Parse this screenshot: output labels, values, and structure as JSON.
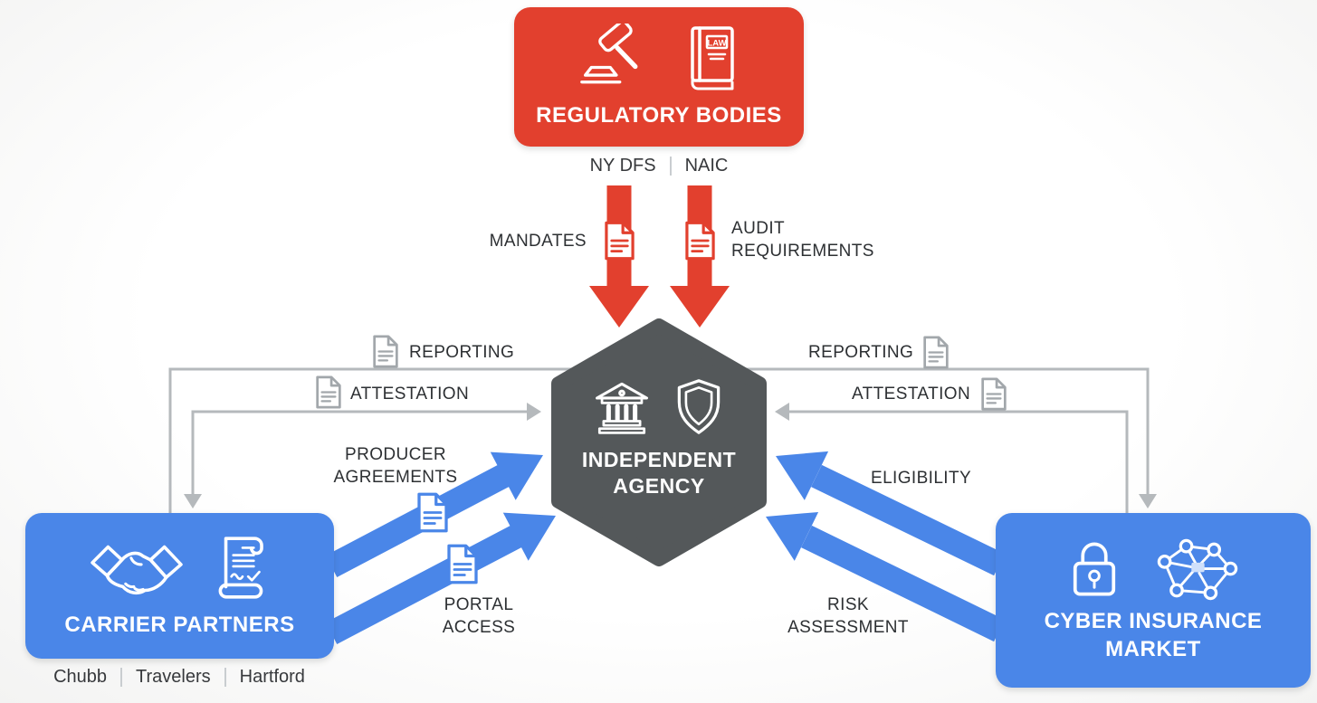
{
  "colors": {
    "red": "#e2402e",
    "blue": "#4a86e8",
    "node_gray": "#54585a",
    "wire_gray": "#b5b9bc",
    "doc_gray": "#a2a7ab",
    "ink": "#2d3033",
    "subtext": "#37393c",
    "divider": "#c9cdd0"
  },
  "regulatory": {
    "title": "REGULATORY BODIES",
    "law_text": "LAW",
    "members": [
      "NY DFS",
      "NAIC"
    ]
  },
  "agency": {
    "title": "INDEPENDENT AGENCY"
  },
  "carriers": {
    "title": "CARRIER PARTNERS",
    "members": [
      "Chubb",
      "Travelers",
      "Hartford"
    ]
  },
  "cyber": {
    "title": "CYBER INSURANCE MARKET"
  },
  "labels": {
    "mandates": "MANDATES",
    "audit_requirements": "AUDIT REQUIREMENTS",
    "reporting_left": "REPORTING",
    "attestation_left": "ATTESTATION",
    "reporting_right": "REPORTING",
    "attestation_right": "ATTESTATION",
    "producer_agreements": "PRODUCER AGREEMENTS",
    "portal_access": "PORTAL ACCESS",
    "eligibility": "ELIGIBILITY",
    "risk_assessment": "RISK ASSESSMENT"
  }
}
